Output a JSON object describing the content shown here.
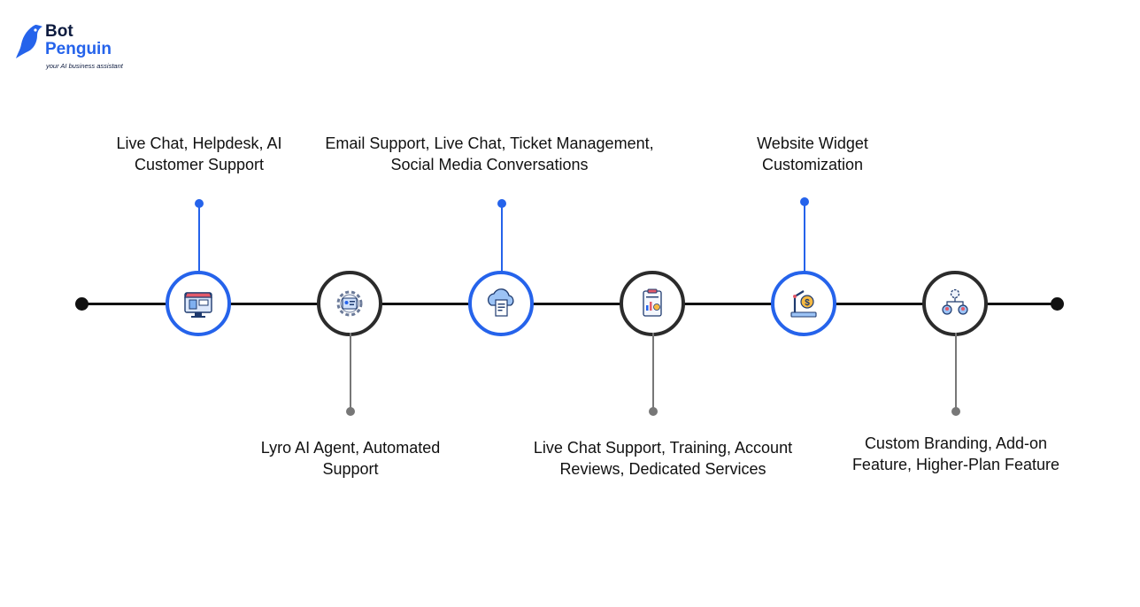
{
  "brand": {
    "name_line1": "Bot",
    "name_line2": "Penguin",
    "tagline": "your AI business assistant",
    "accent_color": "#2563eb"
  },
  "timeline": {
    "line_color": "#111111",
    "items": [
      {
        "label": "Live Chat, Helpdesk, AI Customer Support",
        "position": "top",
        "ring": "blue",
        "icon": "storefront-monitor-icon"
      },
      {
        "label": "Lyro AI Agent, Automated Support",
        "position": "bottom",
        "ring": "dark",
        "icon": "gear-id-card-icon"
      },
      {
        "label": "Email Support, Live Chat, Ticket Management, Social Media Conversations",
        "position": "top",
        "ring": "blue",
        "icon": "cloud-receipt-icon"
      },
      {
        "label": "Live Chat Support, Training, Account Reviews, Dedicated Services",
        "position": "bottom",
        "ring": "dark",
        "icon": "clipboard-chart-icon"
      },
      {
        "label": "Website Widget Customization",
        "position": "top",
        "ring": "blue",
        "icon": "robotic-arm-dollar-icon"
      },
      {
        "label": "Custom Branding, Add-on Feature, Higher-Plan Feature",
        "position": "bottom",
        "ring": "dark",
        "icon": "gear-team-icon"
      }
    ]
  }
}
